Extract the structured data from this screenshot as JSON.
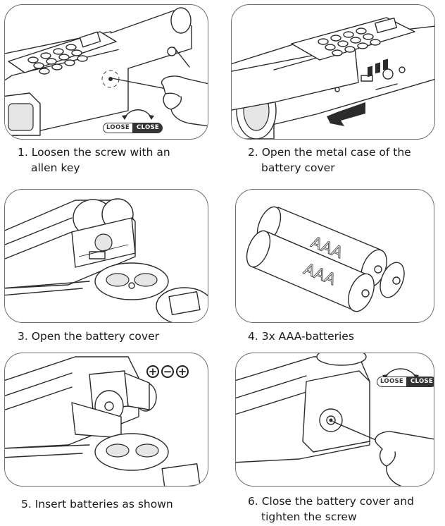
{
  "steps": [
    {
      "line1": "1. Loosen the screw with an",
      "line2": "allen key"
    },
    {
      "line1": "2. Open the metal case of the",
      "line2": "battery cover"
    },
    {
      "line1": "3. Open the battery cover",
      "line2": ""
    },
    {
      "line1": "4. 3x AAA-batteries",
      "line2": ""
    },
    {
      "line1": "5. Insert batteries as shown",
      "line2": ""
    },
    {
      "line1": "6. Close the battery cover and",
      "line2": "tighten the screw"
    }
  ],
  "labels": {
    "loose": "LOOSE",
    "close": "CLOSE",
    "battery_type": "AAA",
    "plus": "+",
    "minus": "−"
  }
}
